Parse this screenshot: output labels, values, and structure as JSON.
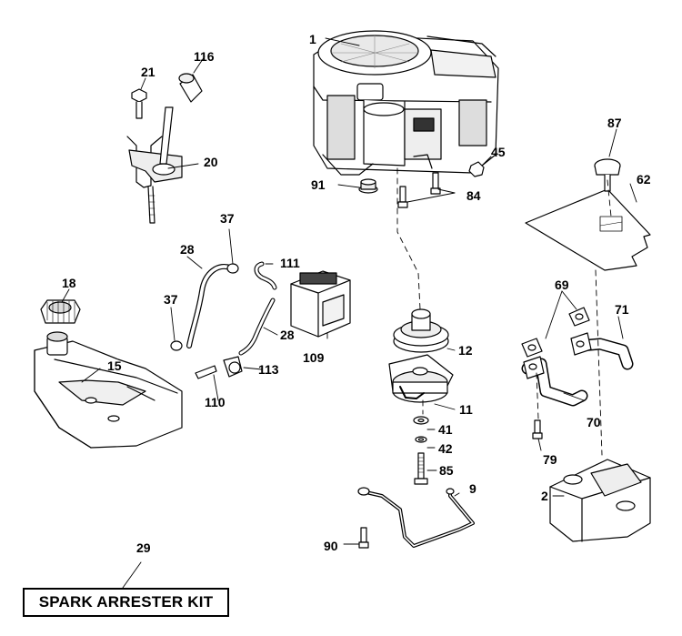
{
  "callouts": {
    "c1": "1",
    "c2": "2",
    "c9": "9",
    "c11": "11",
    "c12": "12",
    "c15": "15",
    "c18": "18",
    "c20": "20",
    "c21": "21",
    "c28a": "28",
    "c28b": "28",
    "c29": "29",
    "c37a": "37",
    "c37b": "37",
    "c41": "41",
    "c42": "42",
    "c45": "45",
    "c62": "62",
    "c69": "69",
    "c70": "70",
    "c71": "71",
    "c79": "79",
    "c84": "84",
    "c85": "85",
    "c87": "87",
    "c90": "90",
    "c91": "91",
    "c109": "109",
    "c110": "110",
    "c111": "111",
    "c113": "113",
    "c116": "116"
  },
  "kit_label": "SPARK ARRESTER KIT"
}
